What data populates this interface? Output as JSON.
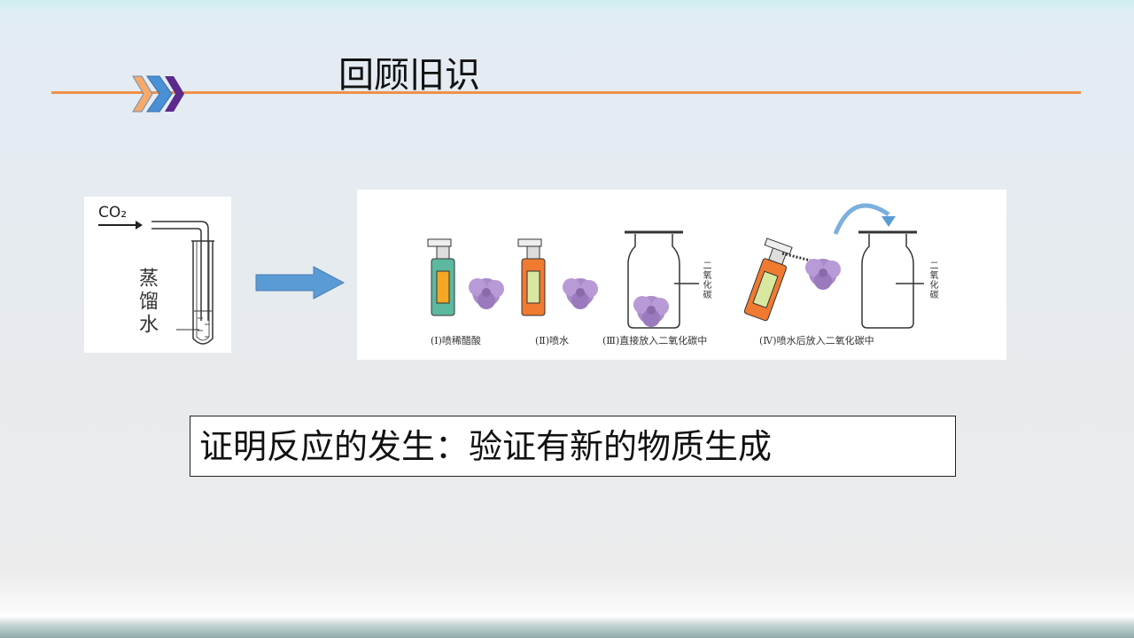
{
  "slide": {
    "title": "回顾旧识",
    "conclusion": "证明反应的发生：验证有新的物质生成"
  },
  "experiment1": {
    "gas_label": "CO₂",
    "liquid_label": "蒸馏水"
  },
  "experiment2": {
    "captions": [
      "(Ⅰ)喷稀醋酸",
      "(Ⅱ)喷水",
      "(Ⅲ)直接放入二氧化碳中",
      "(Ⅳ)喷水后放入二氧化碳中"
    ],
    "jar_label": "二氧化碳"
  },
  "colors": {
    "accent_line": "#f0904a",
    "chevron1": "#f7a96a",
    "chevron2": "#4a90d6",
    "chevron3": "#5b2a8c",
    "arrow": "#5b9bd5",
    "flower": "#a98bc9"
  }
}
